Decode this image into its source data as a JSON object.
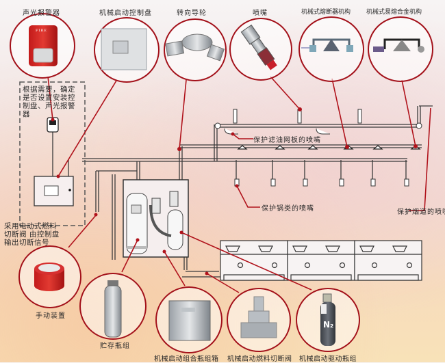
{
  "title": "厨房设备灭火系统组成示意图",
  "components_top": [
    {
      "id": "alarm",
      "label": "声光报警器",
      "icon": "strobe-alarm-icon",
      "badge": "FIRE"
    },
    {
      "id": "control-panel",
      "label": "机械启动控制盘",
      "icon": "control-panel-icon"
    },
    {
      "id": "turning-wheel",
      "label": "转向导轮",
      "icon": "pulley-elbow-icon"
    },
    {
      "id": "nozzle",
      "label": "喷嘴",
      "icon": "nozzle-icon"
    },
    {
      "id": "fusible-link-1",
      "label": "机械式熔断器机构",
      "icon": "fusible-link-icon"
    },
    {
      "id": "fusible-link-2",
      "label": "机械式易熔合金机构",
      "icon": "fusible-link-icon"
    }
  ],
  "components_bottom": [
    {
      "id": "manual-device",
      "label": "手动装置",
      "icon": "manual-release-icon"
    },
    {
      "id": "storage-cylinder",
      "label": "贮存瓶组",
      "icon": "cylinder-icon"
    },
    {
      "id": "combo-box",
      "label": "机械启动组合瓶组箱",
      "icon": "cabinet-icon"
    },
    {
      "id": "fuel-valve",
      "label": "机械启动燃料切断阀",
      "icon": "valve-icon"
    },
    {
      "id": "n2-cylinder",
      "label": "机械启动驱动瓶组",
      "icon": "n2-cylinder-icon",
      "badge": "N₂"
    }
  ],
  "notes": {
    "optional": "根据需要，确定是否设置安装控制盘、声光报警器",
    "electric_valve": "采用电动式燃料切断阀 由控制盘输出切断信号"
  },
  "callouts": {
    "filter_nozzle": "保护滤油网板的喷嘴",
    "pot_nozzle": "保护锅类的喷嘴",
    "flue_nozzle": "保护烟道的喷嘴"
  },
  "colors": {
    "accent": "#b0121b",
    "pipe": "#333333",
    "background": "#f6e6da"
  }
}
